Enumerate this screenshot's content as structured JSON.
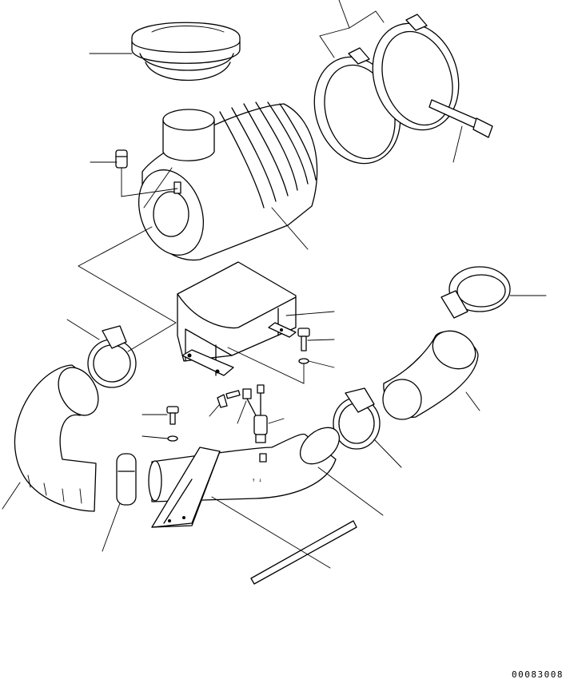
{
  "drawing": {
    "number": "00083008",
    "parts": [
      "air-cleaner-cap",
      "air-cleaner-body",
      "mounting-bands",
      "band-bolt",
      "service-indicator",
      "mounting-bracket",
      "bracket-bolt",
      "washer",
      "hose-clamp",
      "elbow-hose",
      "intake-pipe",
      "pipe-stay",
      "dust-evacuator-valve",
      "elbow-duct",
      "connector",
      "rod"
    ]
  }
}
